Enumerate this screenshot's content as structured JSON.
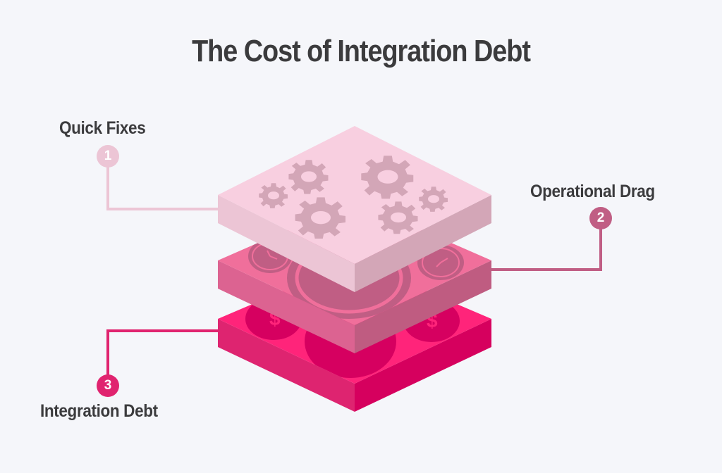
{
  "title": "The Cost of Integration Debt",
  "colors": {
    "background": "#f5f6fa",
    "text": "#3b3b3d",
    "layer1_accent": "#ecc5d5",
    "layer2_accent": "#c05e84",
    "layer3_accent": "#e0246f"
  },
  "layers": [
    {
      "number": "1",
      "label": "Quick Fixes",
      "icon": "gears-icon",
      "position": "top"
    },
    {
      "number": "2",
      "label": "Operational Drag",
      "icon": "clocks-icon",
      "position": "middle"
    },
    {
      "number": "3",
      "label": "Integration Debt",
      "icon": "dollar-coins-icon",
      "position": "bottom"
    }
  ]
}
